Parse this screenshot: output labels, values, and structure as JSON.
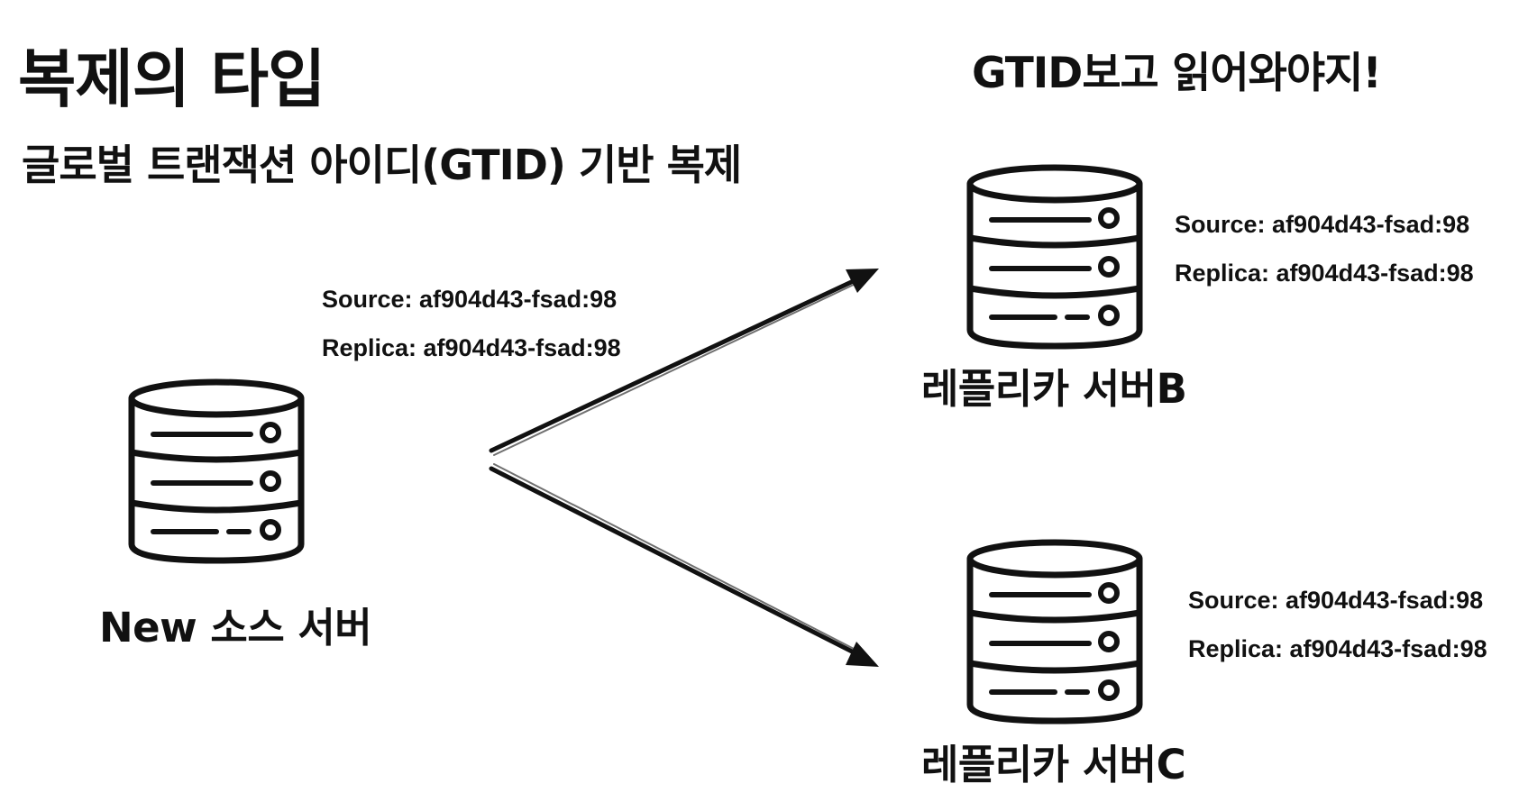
{
  "title": "복제의 타입",
  "subtitle": "글로벌 트랜잭션 아이디(GTID) 기반 복제",
  "note": "GTID보고 읽어와야지!",
  "servers": {
    "source": {
      "label": "New 소스 서버",
      "source_text": "Source: af904d43-fsad:98",
      "replica_text": "Replica: af904d43-fsad:98"
    },
    "replica_b": {
      "label": "레플리카 서버B",
      "source_text": "Source: af904d43-fsad:98",
      "replica_text": "Replica: af904d43-fsad:98"
    },
    "replica_c": {
      "label": "레플리카 서버C",
      "source_text": "Source: af904d43-fsad:98",
      "replica_text": "Replica: af904d43-fsad:98"
    }
  },
  "colors": {
    "background": "#ffffff",
    "ink": "#111111"
  },
  "icons": [
    "database-server-icon",
    "arrow-icon"
  ]
}
